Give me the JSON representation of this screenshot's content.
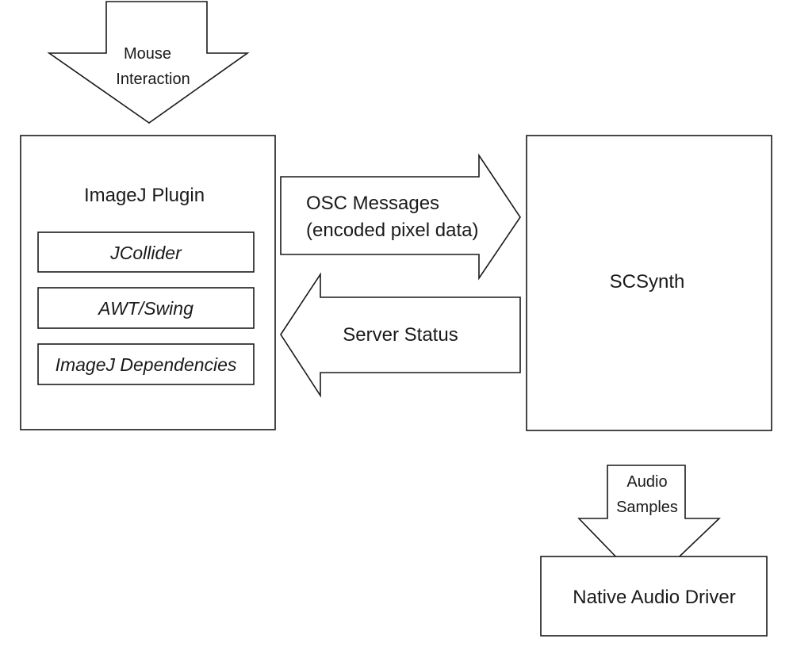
{
  "diagram": {
    "input_arrow": {
      "line1": "Mouse",
      "line2": "Interaction"
    },
    "plugin_box": {
      "title": "ImageJ Plugin",
      "modules": [
        "JCollider",
        "AWT/Swing",
        "ImageJ Dependencies"
      ]
    },
    "osc_arrow": {
      "line1": "OSC Messages",
      "line2": "(encoded pixel data)"
    },
    "status_arrow": {
      "label": "Server Status"
    },
    "synth_box": {
      "title": "SCSynth"
    },
    "audio_arrow": {
      "line1": "Audio",
      "line2": "Samples"
    },
    "driver_box": {
      "title": "Native Audio Driver"
    }
  }
}
